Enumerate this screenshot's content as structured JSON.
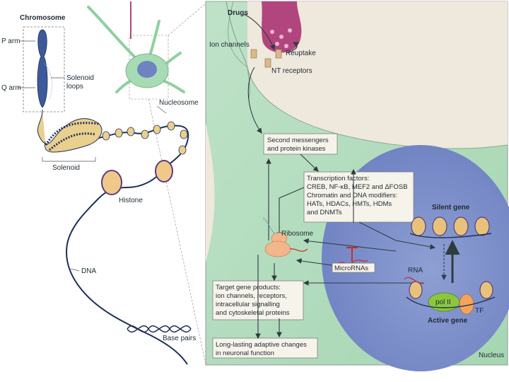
{
  "left_panel": {
    "chromosome_title": "Chromosome",
    "p_arm": "P arm",
    "q_arm": "Q arm",
    "solenoid_loops_1": "Solenoid",
    "solenoid_loops_2": "loops",
    "nucleosome": "Nucleosome",
    "solenoid": "Solenoid",
    "histone": "Histone",
    "dna": "DNA",
    "base_pairs": "Base pairs"
  },
  "right_panel": {
    "drugs": "Drugs",
    "ion_channels": "Ion channels",
    "reuptake": "Reuptake",
    "nt_receptors": "NT receptors",
    "ribosome": "Ribosome",
    "micrornas": "MicroRNAs",
    "rna": "RNA",
    "silent_gene": "Silent gene",
    "active_gene": "Active gene",
    "pol_ii": "pol II",
    "tf": "TF",
    "nucleus": "Nucleus",
    "box_second_messengers": [
      "Second messengers",
      "and protein kinases"
    ],
    "box_transcription": [
      "Transcription factors:",
      "CREB, NF-κB, MEF2 and ΔFOSB",
      "Chromatin and DNA modifiers:",
      "HATs, HDACs, HMTs, HDMs",
      "and DNMTs"
    ],
    "box_target": [
      "Target gene products:",
      "ion channels, receptors,",
      "intracellular signalling",
      "and cytoskeletal proteins"
    ],
    "box_adaptive": [
      "Long-lasting adaptive changes",
      "in neuronal function"
    ]
  }
}
